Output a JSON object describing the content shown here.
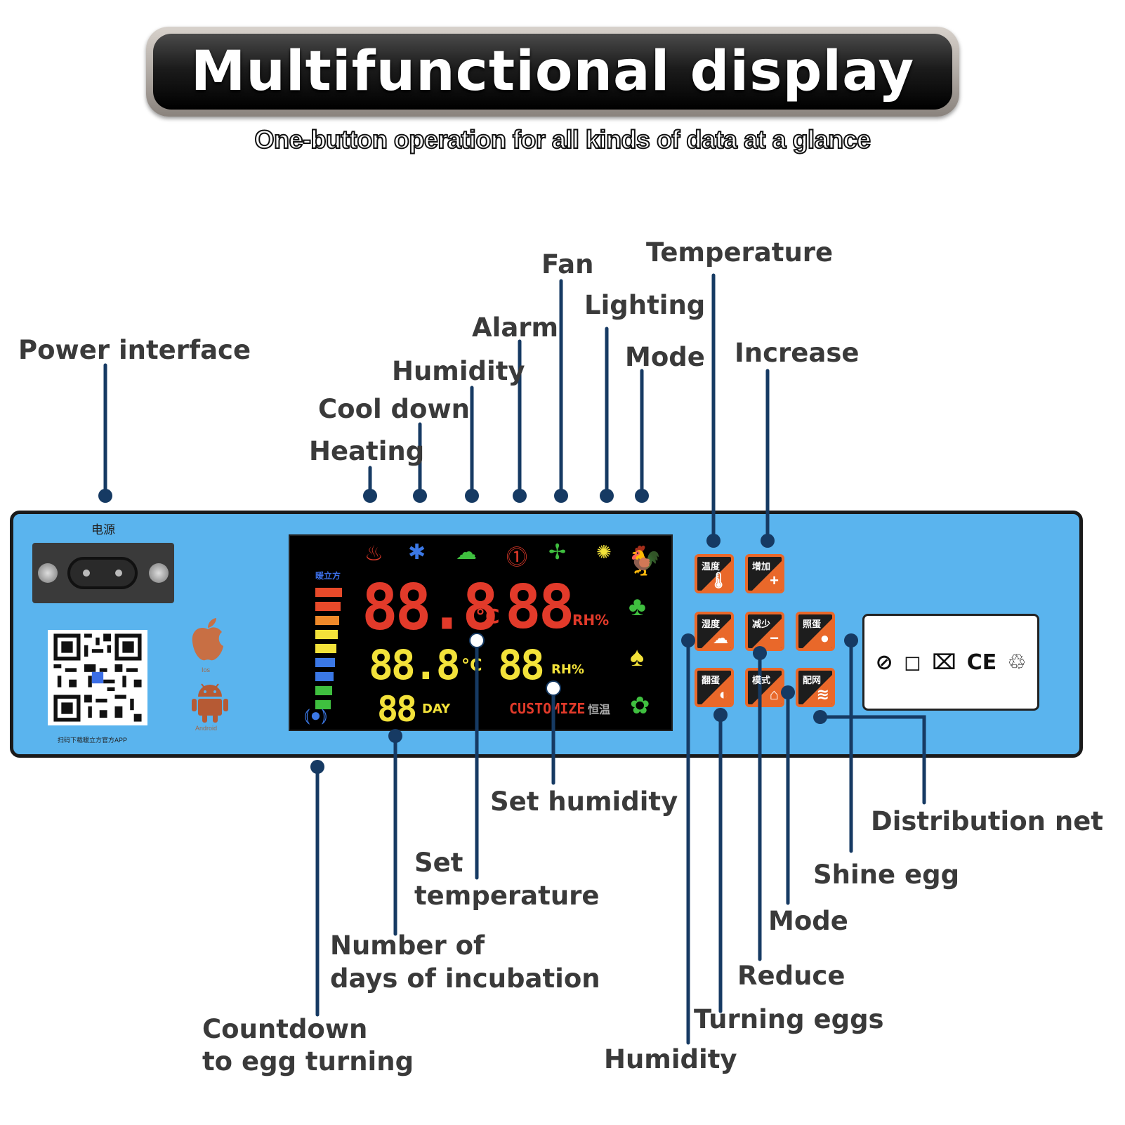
{
  "header": {
    "title": "Multifunctional display",
    "subtitle": "One-button operation for all kinds of data at a glance"
  },
  "labels": {
    "power_interface": "Power interface",
    "heating": "Heating",
    "cool_down": "Cool down",
    "humidity_top": "Humidity",
    "alarm": "Alarm",
    "fan": "Fan",
    "lighting": "Lighting",
    "mode_top": "Mode",
    "temperature": "Temperature",
    "increase": "Increase",
    "set_humidity": "Set humidity",
    "distribution_net": "Distribution net",
    "set_temperature_1": "Set",
    "set_temperature_2": "temperature",
    "shine_egg": "Shine egg",
    "days_1": "Number of",
    "days_2": "days of incubation",
    "mode_bottom": "Mode",
    "reduce": "Reduce",
    "countdown_1": "Countdown",
    "countdown_2": "to egg turning",
    "turning_eggs": "Turning eggs",
    "humidity_bottom": "Humidity"
  },
  "device": {
    "power_caption": "电源",
    "qr_caption": "扫码下载暖立方官方APP",
    "apple_label": "Ios",
    "android_label": "Android",
    "lcd": {
      "brand": "暖立方",
      "temp": "88.8",
      "temp_unit": "°C",
      "humidity": "88",
      "humidity_unit": "RH%",
      "set_temp": "88.8",
      "set_temp_unit": "°C",
      "set_humidity": "88",
      "set_humidity_unit": "RH%",
      "days": "88",
      "days_unit": "DAY",
      "customize": "CUSTOMIZE",
      "constant": "恒温"
    },
    "buttons": {
      "temperature": "温度",
      "increase": "增加",
      "humidity": "湿度",
      "reduce": "减少",
      "shine_egg": "照蛋",
      "turning": "翻蛋",
      "mode": "模式",
      "network": "配网"
    },
    "cert_marks": [
      "⊘",
      "◻",
      "⌧",
      "CE",
      "♲"
    ]
  },
  "colors": {
    "panel": "#5ab4ee",
    "leader": "#163a63",
    "button_accent": "#e9682a",
    "lcd_red": "#e23a2a",
    "lcd_yellow": "#f3e23a"
  }
}
